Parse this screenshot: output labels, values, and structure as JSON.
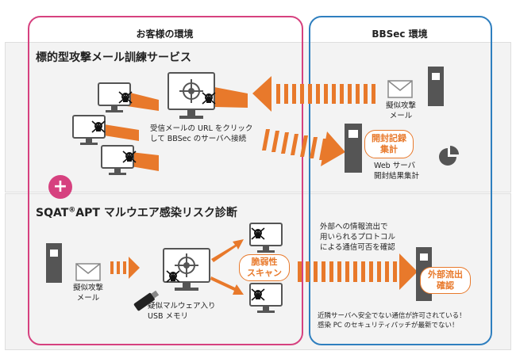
{
  "zones": {
    "customer": {
      "title": "お客様の環境",
      "color": "#d6417f"
    },
    "bbsec": {
      "title": "BBSec 環境",
      "color": "#2f7fbf"
    }
  },
  "accent": "#e8792b",
  "section1": {
    "title": "標的型攻撃メール訓練サービス",
    "mail_label_1": "擬似攻撃",
    "mail_label_2": "メール",
    "click_text_1": "受信メールの URL をクリック",
    "click_text_2": "して BBSec のサーバへ接続",
    "bubble_1": "開封記録",
    "bubble_2": "集計",
    "server_text_1": "Web サーバ",
    "server_text_2": "開封結果集計"
  },
  "plus_symbol": "+",
  "section2": {
    "title_pre": "SQAT",
    "title_reg": "®",
    "title_post": "APT マルウエア感染リスク診断",
    "mail_label_1": "擬似攻撃",
    "mail_label_2": "メール",
    "usb_label_1": "疑似マルウェア入り",
    "usb_label_2": "USB メモリ",
    "bubble_scan_1": "脆弱性",
    "bubble_scan_2": "スキャン",
    "outbound_1": "外部への情報流出で",
    "outbound_2": "用いられるプロトコル",
    "outbound_3": "による通信可否を確認",
    "bubble_leak_1": "外部流出",
    "bubble_leak_2": "確認",
    "note_1": "近隣サーバへ安全でない通信が許可されている！",
    "note_2": "感染 PC のセキュリティパッチが最新でない！"
  }
}
